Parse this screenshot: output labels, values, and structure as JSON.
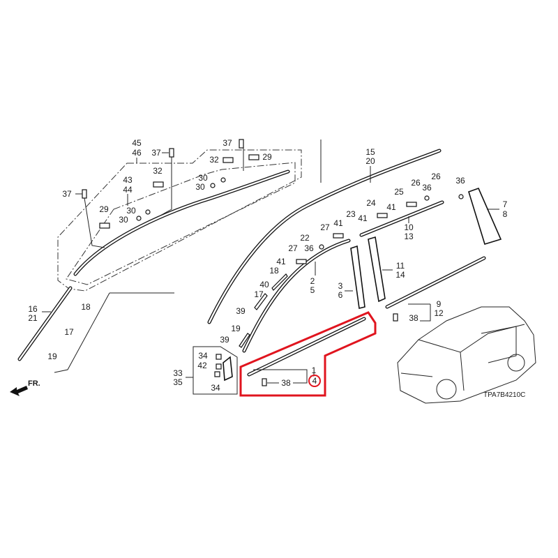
{
  "diagram": {
    "code": "TPA7B4210C",
    "front_indicator": "FR.",
    "highlight_color": "#e0141e",
    "highlighted_part": "4",
    "labels": [
      "45",
      "46",
      "37",
      "37",
      "32",
      "29",
      "32",
      "43",
      "44",
      "30",
      "30",
      "37",
      "29",
      "30",
      "30",
      "16",
      "21",
      "18",
      "17",
      "19",
      "33",
      "35",
      "34",
      "42",
      "34",
      "1",
      "4",
      "38",
      "15",
      "20",
      "26",
      "26",
      "25",
      "36",
      "24",
      "23",
      "41",
      "41",
      "27",
      "41",
      "22",
      "27",
      "36",
      "41",
      "18",
      "40",
      "17",
      "39",
      "19",
      "39",
      "2",
      "5",
      "3",
      "6",
      "11",
      "14",
      "10",
      "13",
      "36",
      "7",
      "8",
      "9",
      "12",
      "38"
    ]
  }
}
